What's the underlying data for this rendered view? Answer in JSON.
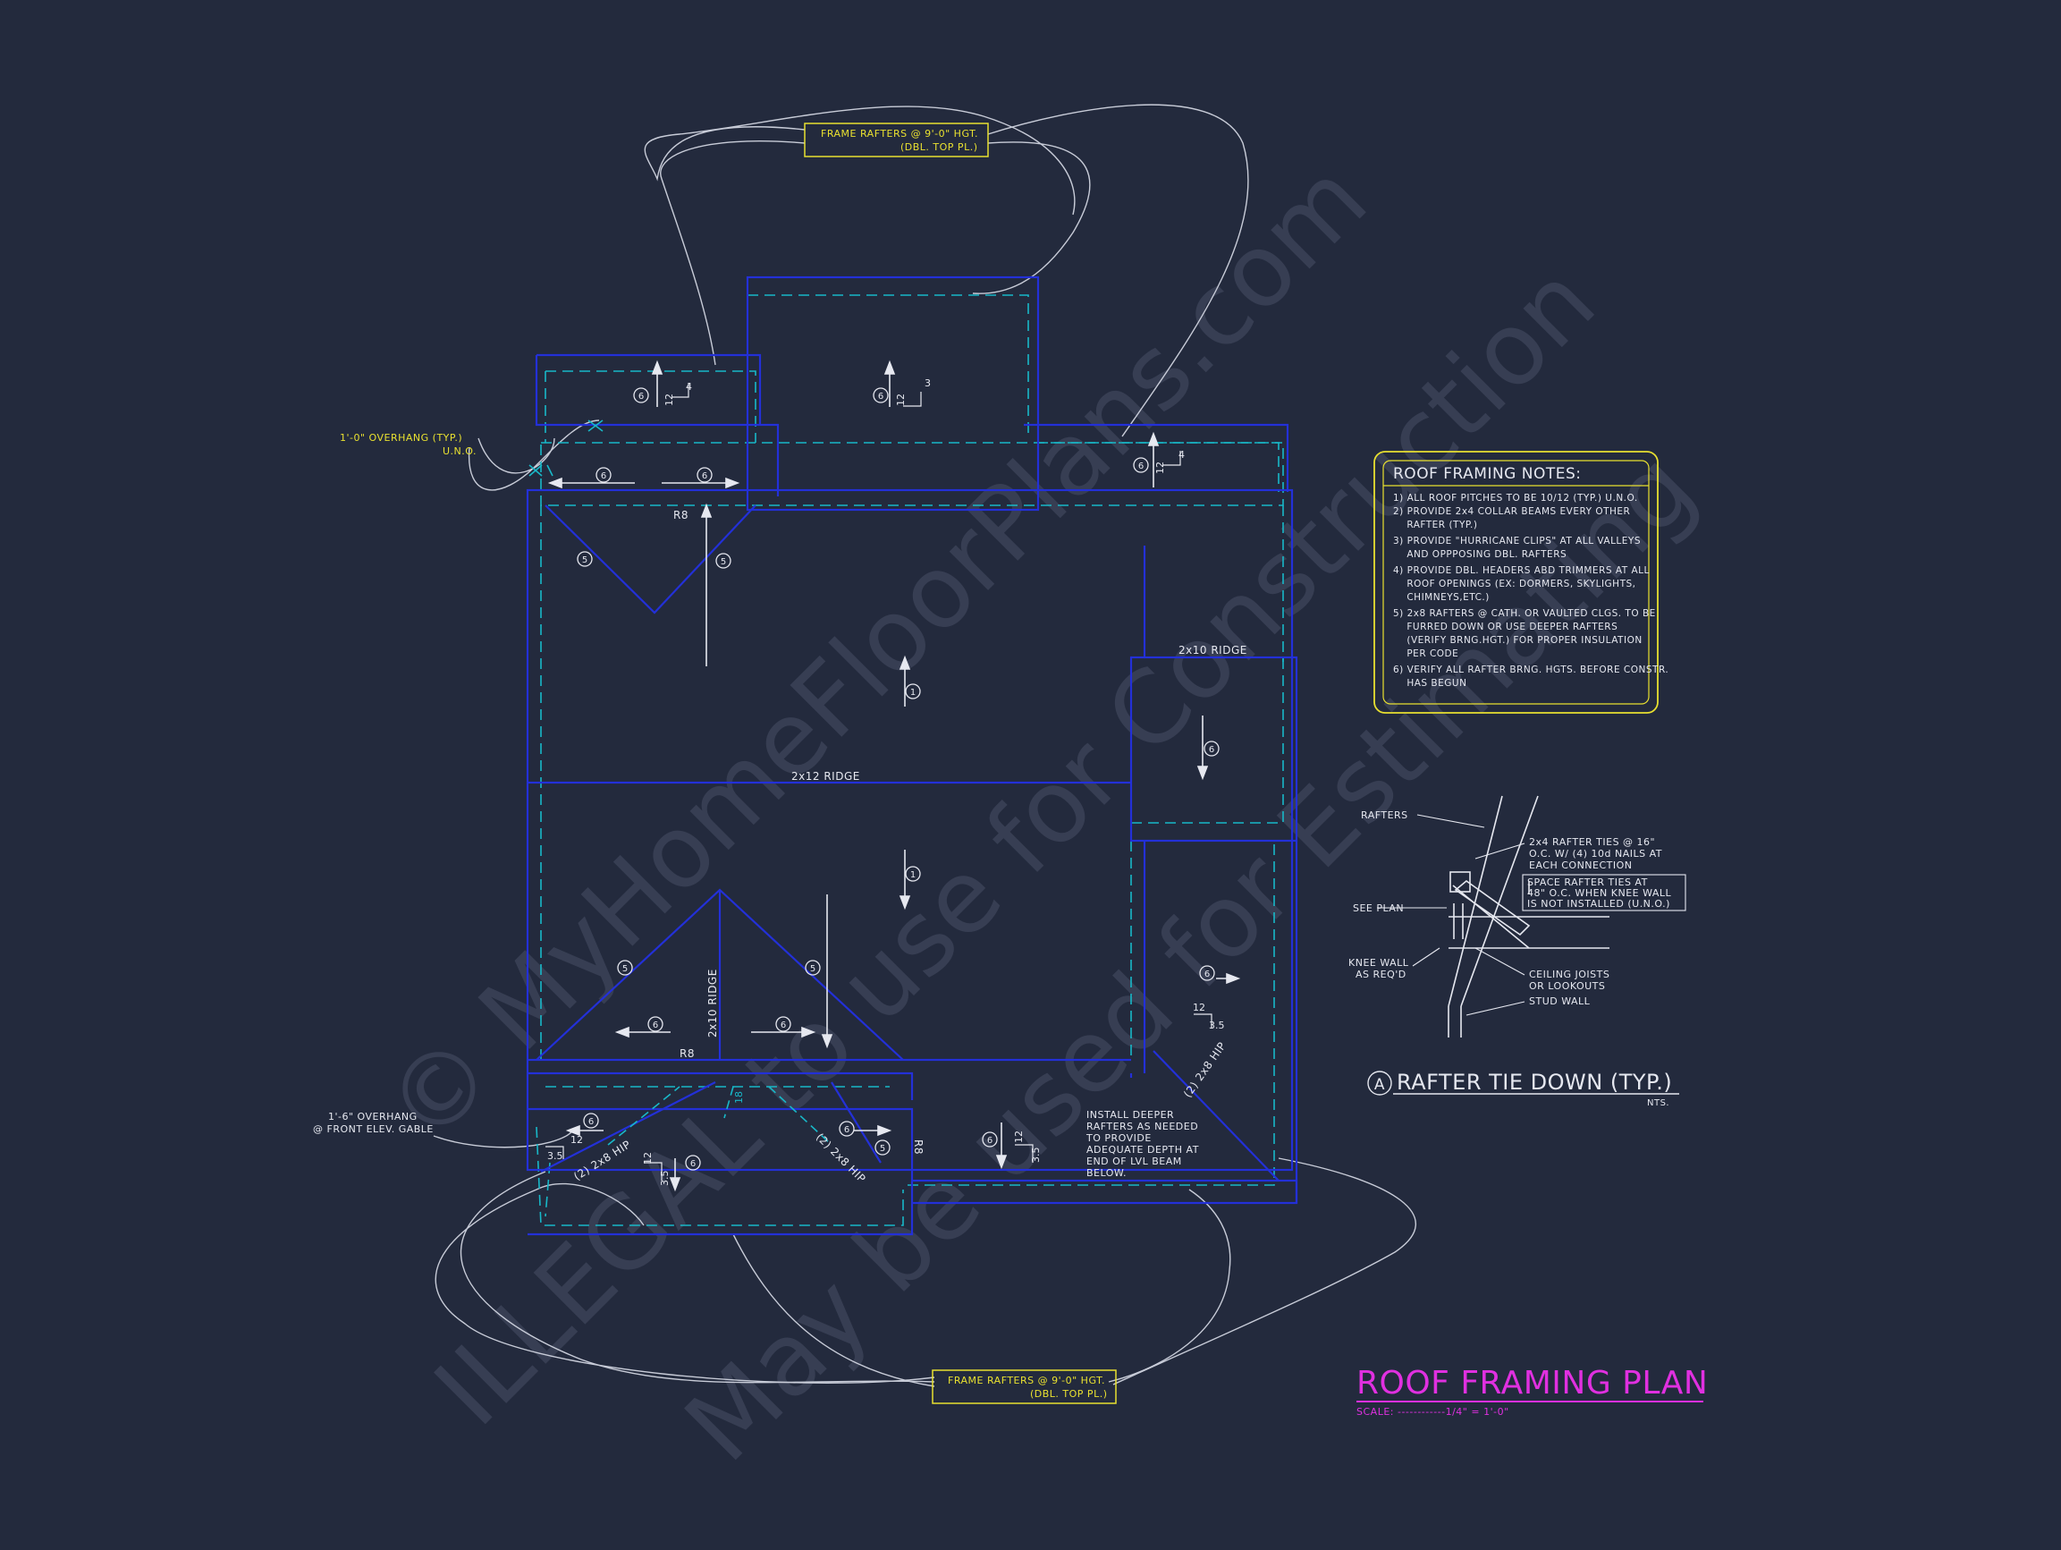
{
  "colors": {
    "background": "#232a3d",
    "wall": "#2330d8",
    "overhang": "#18b8c8",
    "text": "#e6e8f0",
    "yellow": "#e8e030",
    "magenta": "#e030e0",
    "watermark": "#3a4156"
  },
  "callouts": {
    "frame_top_1": "FRAME RAFTERS @ 9'-0\" HGT.",
    "frame_top_2": "(DBL. TOP PL.)",
    "frame_bottom_1": "FRAME RAFTERS @ 9'-0\" HGT.",
    "frame_bottom_2": "(DBL. TOP PL.)",
    "overhang_1": "1'-0\" OVERHANG (TYP.)",
    "overhang_2": "U.N.O.",
    "gable_1": "1'-6\" OVERHANG",
    "gable_2": "@ FRONT ELEV. GABLE",
    "install_1": "INSTALL DEEPER",
    "install_2": "RAFTERS AS NEEDED",
    "install_3": "TO PROVIDE",
    "install_4": "ADEQUATE DEPTH AT",
    "install_5": "END OF LVL BEAM",
    "install_6": "BELOW."
  },
  "plan_labels": {
    "ridge_2x12": "2x12 RIDGE",
    "ridge_2x10_right": "2x10 RIDGE",
    "ridge_2x10_vertical": "2x10 RIDGE",
    "r8_top": "R8",
    "r8_bottom": "R8",
    "r8_right": "R8",
    "hip_left": "(2) 2x8 HIP",
    "hip_mid": "(2) 2x8 HIP",
    "hip_right": "(2) 2x8 HIP",
    "pitch_12": "12",
    "pitch_4": "4",
    "pitch_3": "3",
    "pitch_35": "3.5",
    "pitch_18": "18"
  },
  "rafter_marks": {
    "one": "1",
    "five": "5",
    "six": "6"
  },
  "notes": {
    "title": "ROOF FRAMING NOTES:",
    "lines": [
      "1) ALL ROOF PITCHES TO BE 10/12 (TYP.) U.N.O.",
      "2) PROVIDE 2x4 COLLAR BEAMS EVERY OTHER",
      "    RAFTER (TYP.)",
      "3) PROVIDE \"HURRICANE CLIPS\" AT ALL VALLEYS",
      "    AND OPPPOSING DBL. RAFTERS",
      "4) PROVIDE DBL. HEADERS ABD TRIMMERS AT ALL",
      "    ROOF OPENINGS (EX: DORMERS, SKYLIGHTS,",
      "    CHIMNEYS,ETC.)",
      "5) 2x8 RAFTERS @ CATH. OR VAULTED CLGS. TO BE",
      "    FURRED DOWN OR USE DEEPER RAFTERS",
      "    (VERIFY BRNG.HGT.) FOR PROPER INSULATION",
      "    PER CODE",
      "6) VERIFY ALL RAFTER BRNG. HGTS. BEFORE CONSTR.",
      "    HAS BEGUN"
    ]
  },
  "detail": {
    "rafters": "RAFTERS",
    "ties_1": "2x4 RAFTER TIES @ 16\"",
    "ties_2": "O.C. W/ (4) 10d NAILS AT",
    "ties_3": "EACH CONNECTION",
    "space_1": "SPACE RAFTER TIES AT",
    "space_2": "48\" O.C. WHEN KNEE WALL",
    "space_3": "IS NOT INSTALLED (U.N.O.)",
    "see_plan": "SEE PLAN",
    "knee_1": "KNEE WALL",
    "knee_2": "AS REQ'D",
    "ceiling_1": "CEILING JOISTS",
    "ceiling_2": "OR LOOKOUTS",
    "stud": "STUD WALL",
    "circle": "A",
    "title": "RAFTER TIE DOWN (TYP.)",
    "nts": "NTS."
  },
  "plan_title": {
    "title": "ROOF FRAMING PLAN",
    "scale": "SCALE: ------------1/4\" = 1'-0\""
  },
  "watermark": {
    "line1": "© MyHomeFloorPlans.com",
    "line2": "ILLEGAL to use for Construction",
    "line3": "May be used for Estimating"
  }
}
